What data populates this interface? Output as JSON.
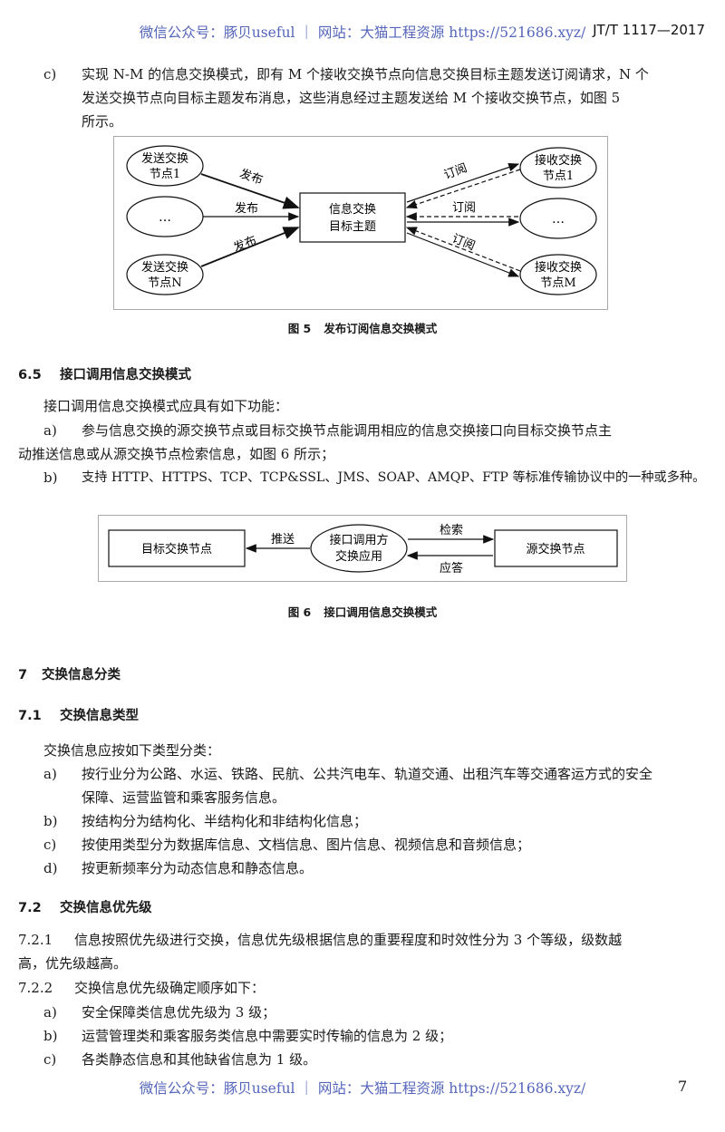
{
  "watermark": "微信公众号：豚贝useful ｜ 网站：大猫工程资源 https://521686.xyz/",
  "standard_number": "JT/T 1117—2017",
  "page_number": "7",
  "intro_c": {
    "marker": "c)",
    "line1": "实现 N-M 的信息交换模式，即有 M 个接收交换节点向信息交换目标主题发送订阅请求，N 个",
    "line2": "发送交换节点向目标主题发布消息，这些消息经过主题发送给 M 个接收交换节点，如图 5",
    "line3": "所示。"
  },
  "figure5": {
    "sender1_line1": "发送交换",
    "sender1_line2": "节点1",
    "ellipsis": "…",
    "senderN_line1": "发送交换",
    "senderN_line2": "节点N",
    "center_line1": "信息交换",
    "center_line2": "目标主题",
    "publish": "发布",
    "subscribe": "订阅",
    "receiver1_line1": "接收交换",
    "receiver1_line2": "节点1",
    "receiverM_line1": "接收交换",
    "receiverM_line2": "节点M",
    "caption_no": "图 5",
    "caption_title": "发布订阅信息交换模式"
  },
  "section_6_5": {
    "number": "6.5",
    "title": "接口调用信息交换模式",
    "intro": "接口调用信息交换模式应具有如下功能：",
    "a_marker": "a)",
    "a_line1": "参与信息交换的源交换节点或目标交换节点能调用相应的信息交换接口向目标交换节点主",
    "a_line2": "动推送信息或从源交换节点检索信息，如图 6 所示；",
    "b_marker": "b)",
    "b_line1": "支持 HTTP、HTTPS、TCP、TCP&SSL、JMS、SOAP、AMQP、FTP 等标准传输协议中的一种或多种。"
  },
  "figure6": {
    "target_node": "目标交换节点",
    "push": "推送",
    "caller_line1": "接口调用方",
    "caller_line2": "交换应用",
    "retrieve": "检索",
    "respond": "应答",
    "source_node": "源交换节点",
    "caption_no": "图 6",
    "caption_title": "接口调用信息交换模式"
  },
  "section_7": {
    "number": "7",
    "title": "交换信息分类"
  },
  "section_7_1": {
    "number": "7.1",
    "title": "交换信息类型",
    "intro": "交换信息应按如下类型分类：",
    "a_marker": "a)",
    "a_line1": "按行业分为公路、水运、铁路、民航、公共汽电车、轨道交通、出租汽车等交通客运方式的安全",
    "a_line2": "保障、运营监管和乘客服务信息。",
    "b_marker": "b)",
    "b_line1": "按结构分为结构化、半结构化和非结构化信息；",
    "c_marker": "c)",
    "c_line1": "按使用类型分为数据库信息、文档信息、图片信息、视频信息和音频信息；",
    "d_marker": "d)",
    "d_line1": "按更新频率分为动态信息和静态信息。"
  },
  "section_7_2": {
    "number": "7.2",
    "title": "交换信息优先级",
    "p1_number": "7.2.1",
    "p1_line1": "信息按照优先级进行交换，信息优先级根据信息的重要程度和时效性分为 3 个等级，级数越",
    "p1_line2": "高，优先级越高。",
    "p2_number": "7.2.2",
    "p2_line1": "交换信息优先级确定顺序如下：",
    "a_marker": "a)",
    "a_line1": "安全保障类信息优先级为 3 级；",
    "b_marker": "b)",
    "b_line1": "运营管理类和乘客服务类信息中需要实时传输的信息为 2 级；",
    "c_marker": "c)",
    "c_line1": "各类静态信息和其他缺省信息为 1 级。"
  }
}
